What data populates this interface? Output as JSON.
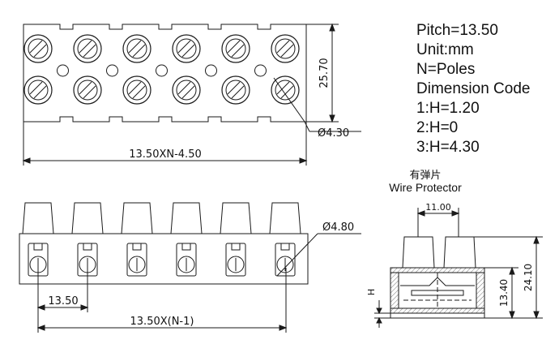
{
  "specs": {
    "pitch": "Pitch=13.50",
    "unit": "Unit:mm",
    "poles": "N=Poles",
    "dimension_code": "Dimension Code",
    "code1": "1:H=1.20",
    "code2": "2:H=0",
    "code3": "3:H=4.30"
  },
  "captions": {
    "chinese": "有弹片",
    "english": "Wire Protector"
  },
  "dimensions": {
    "height_top": "25.70",
    "hole_dia": "Ø4.30",
    "length_formula": "13.50XN-4.50",
    "screw_dia": "Ø4.80",
    "pitch_value": "13.50",
    "span_formula": "13.50X(N-1)",
    "tube_spacing": "11.00",
    "body_height": "13.40",
    "total_height": "24.10",
    "h_label": "H"
  },
  "poles": 6,
  "colors": {
    "line": "#1a1a1a",
    "grey": "#9a9a9a"
  }
}
